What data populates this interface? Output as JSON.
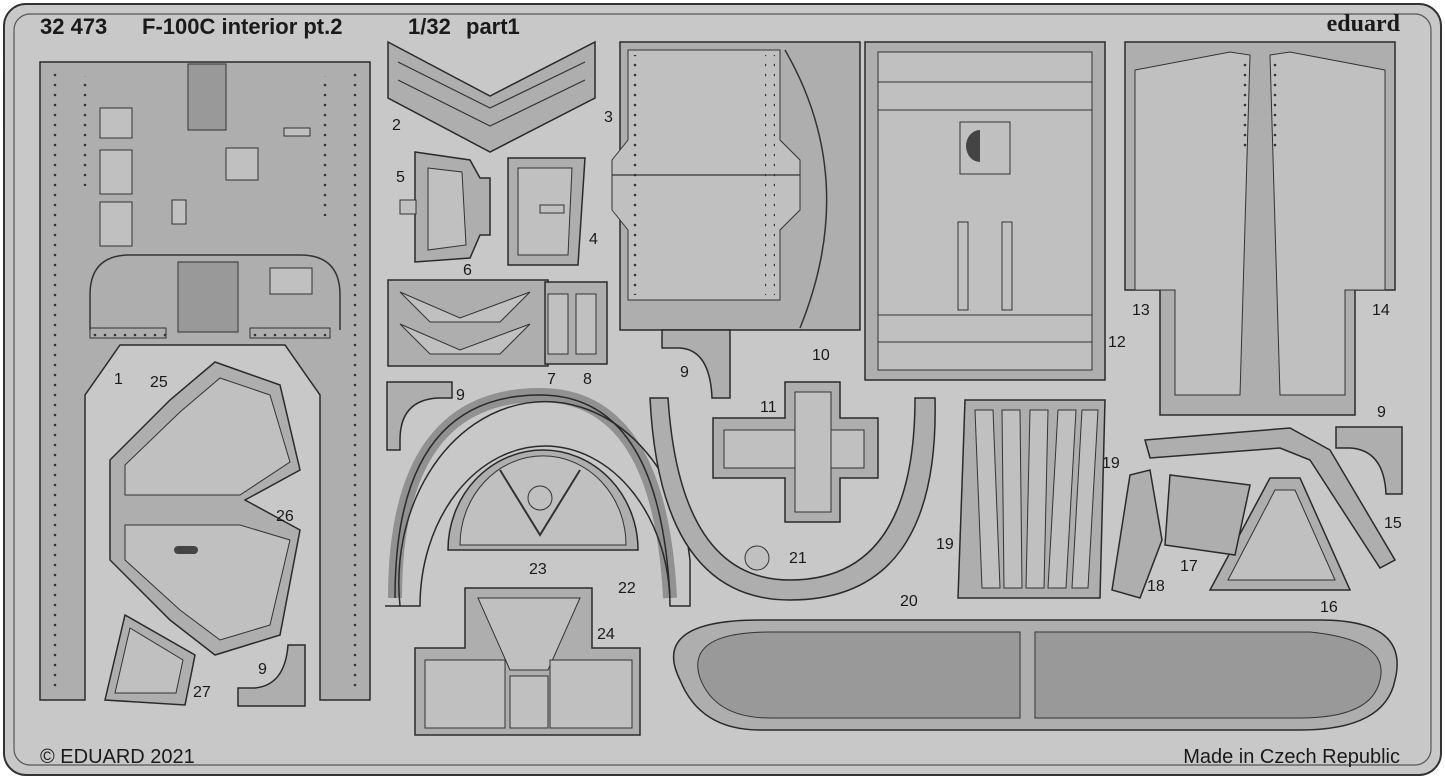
{
  "header": {
    "catalog_number": "32 473",
    "title": "F-100C interior pt.2",
    "scale": "1/32",
    "sheet": "part1",
    "brand": "eduard"
  },
  "footer": {
    "copyright": "© EDUARD 2021",
    "origin": "Made in Czech Republic"
  },
  "part_numbers": [
    "1",
    "2",
    "3",
    "4",
    "5",
    "6",
    "7",
    "8",
    "9",
    "9",
    "9",
    "9",
    "10",
    "11",
    "12",
    "13",
    "14",
    "15",
    "16",
    "17",
    "18",
    "19",
    "19",
    "20",
    "21",
    "22",
    "23",
    "24",
    "25",
    "26",
    "27"
  ],
  "colors": {
    "fret": "#c8c8c8",
    "part": "#aeaeae",
    "outline": "#2a2a2a",
    "background": "#ffffff"
  }
}
